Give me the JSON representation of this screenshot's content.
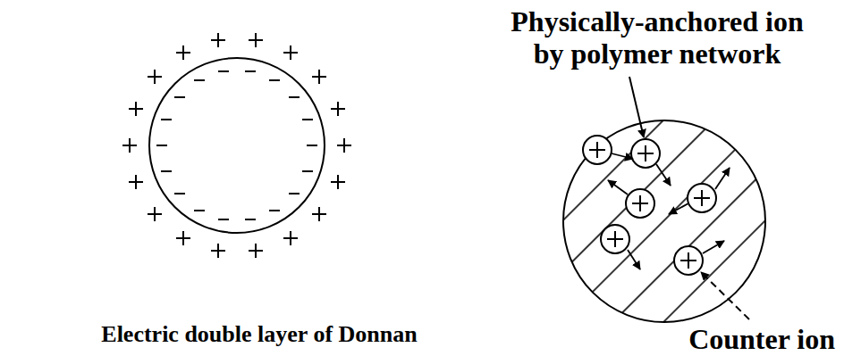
{
  "diagram": {
    "labels": [
      "Physically-anchored ion by polymer network",
      "Electric double layer of Donnan",
      "Counter ion"
    ]
  }
}
